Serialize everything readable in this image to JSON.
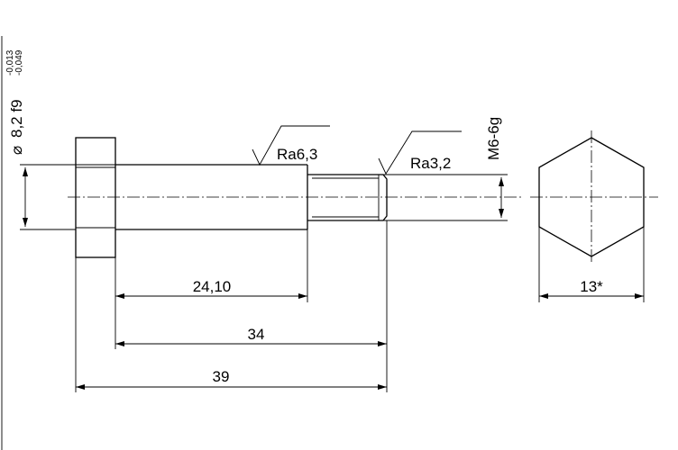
{
  "drawing": {
    "diameter_symbol": "⌀",
    "diameter_value": "8,2 f9",
    "tolerance_upper": "-0,013",
    "tolerance_lower": "-0,049",
    "roughness_shank": "Ra6,3",
    "roughness_thread": "Ra3,2",
    "thread_spec": "M6-6g",
    "hex_size": "13*",
    "dim_shank_length": "24,10",
    "dim_body_length": "34",
    "dim_total_length": "39"
  },
  "colors": {
    "line": "#000000",
    "background": "#ffffff"
  }
}
